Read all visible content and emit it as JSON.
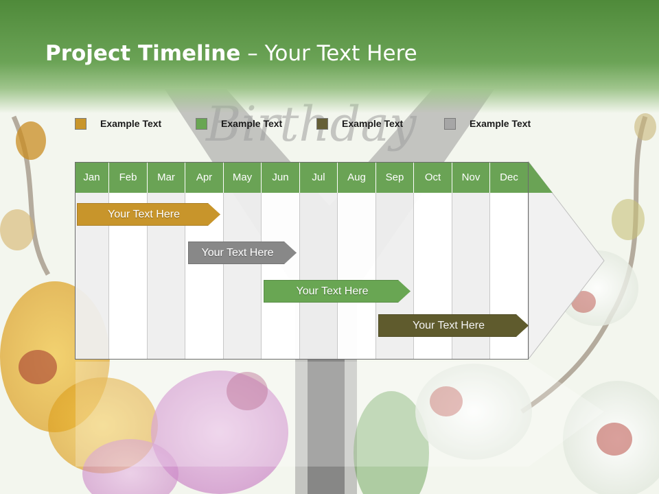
{
  "title": {
    "bold": "Project Timeline",
    "rest": " – Your Text Here"
  },
  "background": {
    "watermark": "Birthday"
  },
  "legend": [
    {
      "label": "Example Text",
      "color": "#c8952b"
    },
    {
      "label": "Example Text",
      "color": "#69a653"
    },
    {
      "label": "Example Text",
      "color": "#655f37"
    },
    {
      "label": "Example Text",
      "color": "#a6a6a6"
    }
  ],
  "months": [
    "Jan",
    "Feb",
    "Mar",
    "Apr",
    "May",
    "Jun",
    "Jul",
    "Aug",
    "Sep",
    "Oct",
    "Nov",
    "Dec"
  ],
  "tasks": [
    {
      "label": "Your  Text Here",
      "color": "#c8952b",
      "start_month": "Jan",
      "end_month": "Apr"
    },
    {
      "label": "Your  Text Here",
      "color": "#888888",
      "start_month": "Apr",
      "end_month": "Jun"
    },
    {
      "label": "Your  Text Here",
      "color": "#69a653",
      "start_month": "Jun",
      "end_month": "Sep"
    },
    {
      "label": "Your  Text Here",
      "color": "#5f5b2d",
      "start_month": "Sep",
      "end_month": "Dec"
    }
  ]
}
